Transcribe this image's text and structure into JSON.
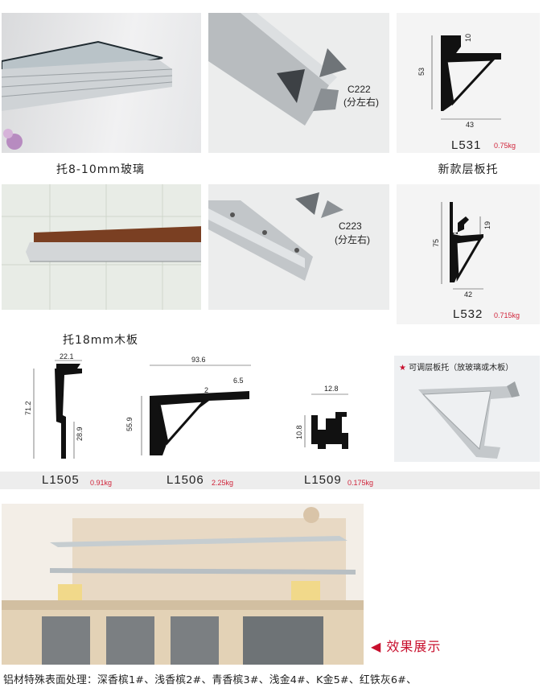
{
  "row1": {
    "caption_glass": "托8-10mm玻璃",
    "part_c222": "C222",
    "part_c222_sub": "(分左右)",
    "model_l531": "L531",
    "weight_l531": "0.75kg",
    "dims_l531": {
      "h": "53",
      "top": "10",
      "w": "43"
    },
    "caption_new": "新款层板托"
  },
  "row2": {
    "caption_wood": "托18mm木板",
    "part_c223": "C223",
    "part_c223_sub": "(分左右)",
    "model_l532": "L532",
    "weight_l532": "0.715kg",
    "dims_l532": {
      "h": "75",
      "top": "19",
      "w": "42"
    }
  },
  "row3": {
    "l1505": {
      "model": "L1505",
      "weight": "0.91kg",
      "d1": "22.1",
      "d2": "71.2",
      "d3": "28.9"
    },
    "l1506": {
      "model": "L1506",
      "weight": "2.25kg",
      "d1": "93.6",
      "d2": "6.5",
      "d3": "2",
      "d4": "55.9"
    },
    "l1509": {
      "model": "L1509",
      "weight": "0.175kg",
      "d1": "12.8",
      "d2": "10.8"
    },
    "adjustable_star": "★",
    "adjustable_title": "可调层板托（放玻璃或木板）"
  },
  "showcase": {
    "arrow": "◀",
    "label": "效果展示"
  },
  "footer": {
    "finish_text": "铝材特殊表面处理：深香槟1#、浅香槟2#、青香槟3#、浅金4#、K金5#、红铁灰6#、"
  }
}
